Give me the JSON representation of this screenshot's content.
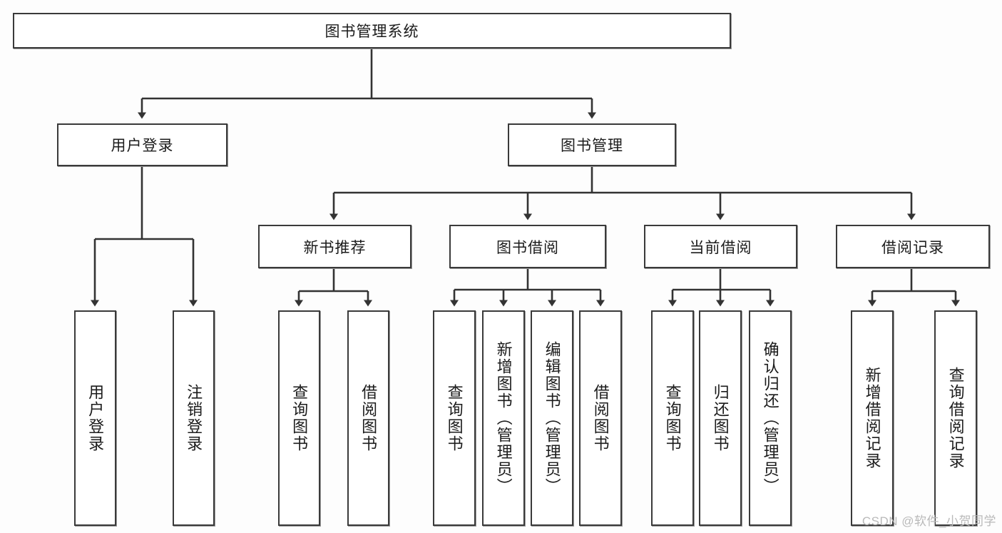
{
  "diagram": {
    "title": "图书管理系统",
    "type": "tree-hierarchy-chart",
    "colors": {
      "border": "#3a3a3a",
      "node_fill": "#ffffff",
      "connector": "#333333",
      "background": "#fdfdfd",
      "watermark": "#b9b9b9"
    },
    "root": {
      "label": "图书管理系统"
    },
    "level2": [
      {
        "label": "用户登录"
      },
      {
        "label": "图书管理"
      }
    ],
    "level3": [
      {
        "label": "新书推荐"
      },
      {
        "label": "图书借阅"
      },
      {
        "label": "当前借阅"
      },
      {
        "label": "借阅记录"
      }
    ],
    "leaves": {
      "user_login": [
        {
          "label": "用户登录"
        },
        {
          "label": "注销登录"
        }
      ],
      "new_book_recommend": [
        {
          "label": "查询图书"
        },
        {
          "label": "借阅图书"
        }
      ],
      "book_borrow": [
        {
          "label": "查询图书"
        },
        {
          "label": "新增图书（管理员）"
        },
        {
          "label": "编辑图书（管理员）"
        },
        {
          "label": "借阅图书"
        }
      ],
      "current_borrow": [
        {
          "label": "查询图书"
        },
        {
          "label": "归还图书"
        },
        {
          "label": "确认归还（管理员）"
        }
      ],
      "borrow_record": [
        {
          "label": "新增借阅记录"
        },
        {
          "label": "查询借阅记录"
        }
      ]
    }
  },
  "watermark": {
    "text": "CSDN @软件_小贺同学"
  }
}
